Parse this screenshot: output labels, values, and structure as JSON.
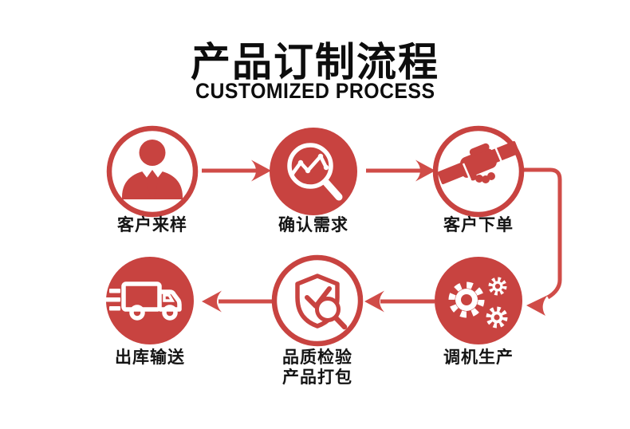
{
  "colors": {
    "accent_red": "#c84340",
    "arrow_red": "#d04c48",
    "background": "#ffffff",
    "title_text": "#0d0d0d",
    "label_text": "#141414"
  },
  "title": {
    "heading_zh": "产品订制流程",
    "subheading_en": "CUSTOMIZED PROCESS"
  },
  "steps": [
    {
      "order": 1,
      "label": "客户来样",
      "icon": "businessman-icon",
      "circle_style": "outline-ring"
    },
    {
      "order": 2,
      "label": "确认需求",
      "icon": "trend-magnifier-icon",
      "circle_style": "solid"
    },
    {
      "order": 3,
      "label": "客户下单",
      "icon": "handshake-icon",
      "circle_style": "outline-ring"
    },
    {
      "order": 4,
      "label": "调机生产",
      "icon": "gears-icon",
      "circle_style": "solid"
    },
    {
      "order": 5,
      "label": "品质检验",
      "label_line2": "产品打包",
      "icon": "shield-check-magnifier-icon",
      "circle_style": "outline-ring"
    },
    {
      "order": 6,
      "label": "出库输送",
      "icon": "delivery-truck-icon",
      "circle_style": "solid"
    }
  ],
  "flow_direction": "1→2→3→4→5→6"
}
